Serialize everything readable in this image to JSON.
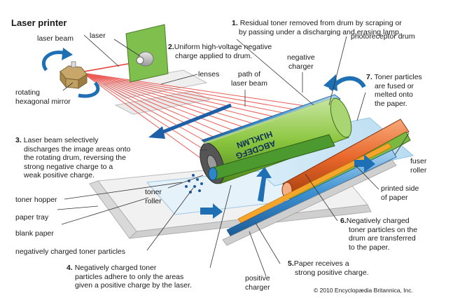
{
  "title": "Laser printer",
  "labels": {
    "laser": "laser",
    "laser_beam": "laser beam",
    "rotating_mirror": [
      "rotating",
      "hexagonal mirror"
    ],
    "lenses": "lenses",
    "path_of_laser_beam": [
      "path of",
      "laser beam"
    ],
    "negative_charger": [
      "negative",
      "charger"
    ],
    "photoreceptor_drum": "photoreceptor drum",
    "toner_hopper": "toner hopper",
    "toner_roller": [
      "toner",
      "roller"
    ],
    "paper_tray": "paper tray",
    "blank_paper": "blank paper",
    "negatively_charged_toner_particles": "negatively charged toner particles",
    "fuser_roller": [
      "fuser",
      "roller"
    ],
    "printed_side_of_paper": [
      "printed side",
      "of paper"
    ],
    "positive_charger": [
      "positive",
      "charger"
    ],
    "drum_text": [
      "ABCDEFG",
      "HIJKLMN"
    ]
  },
  "steps": [
    {
      "num": "1.",
      "lines": [
        "Residual toner removed from drum by scraping or",
        "by passing under a discharging and erasing lamp."
      ]
    },
    {
      "num": "2.",
      "lines": [
        "Uniform high-voltage negative",
        "charge applied to drum."
      ]
    },
    {
      "num": "3.",
      "lines": [
        "Laser beam selectively",
        "discharges the image areas onto",
        "the rotating drum, reversing the",
        "strong negative charge to a",
        "weak positive charge."
      ]
    },
    {
      "num": "4.",
      "lines": [
        "Negatively charged toner",
        "particles adhere to only the areas",
        "given a positive charge by the laser."
      ]
    },
    {
      "num": "5.",
      "lines": [
        "Paper receives a",
        "strong positive charge."
      ]
    },
    {
      "num": "6.",
      "lines": [
        "Negatively charged",
        "toner particles on the",
        "drum are transferred",
        "to the paper."
      ]
    },
    {
      "num": "7.",
      "lines": [
        "Toner particles",
        "are fused or",
        "melted onto",
        "the paper."
      ]
    }
  ],
  "copyright": "© 2010 Encyclopædia Britannica, Inc.",
  "colors": {
    "laser_red": "#e8403a",
    "drum_green": "#8cc63f",
    "fuser_orange": "#e8672a",
    "arrow_blue": "#1f6fb5",
    "paper_blue": "#cfe6f5",
    "charger_blue": "#2e86c8"
  }
}
